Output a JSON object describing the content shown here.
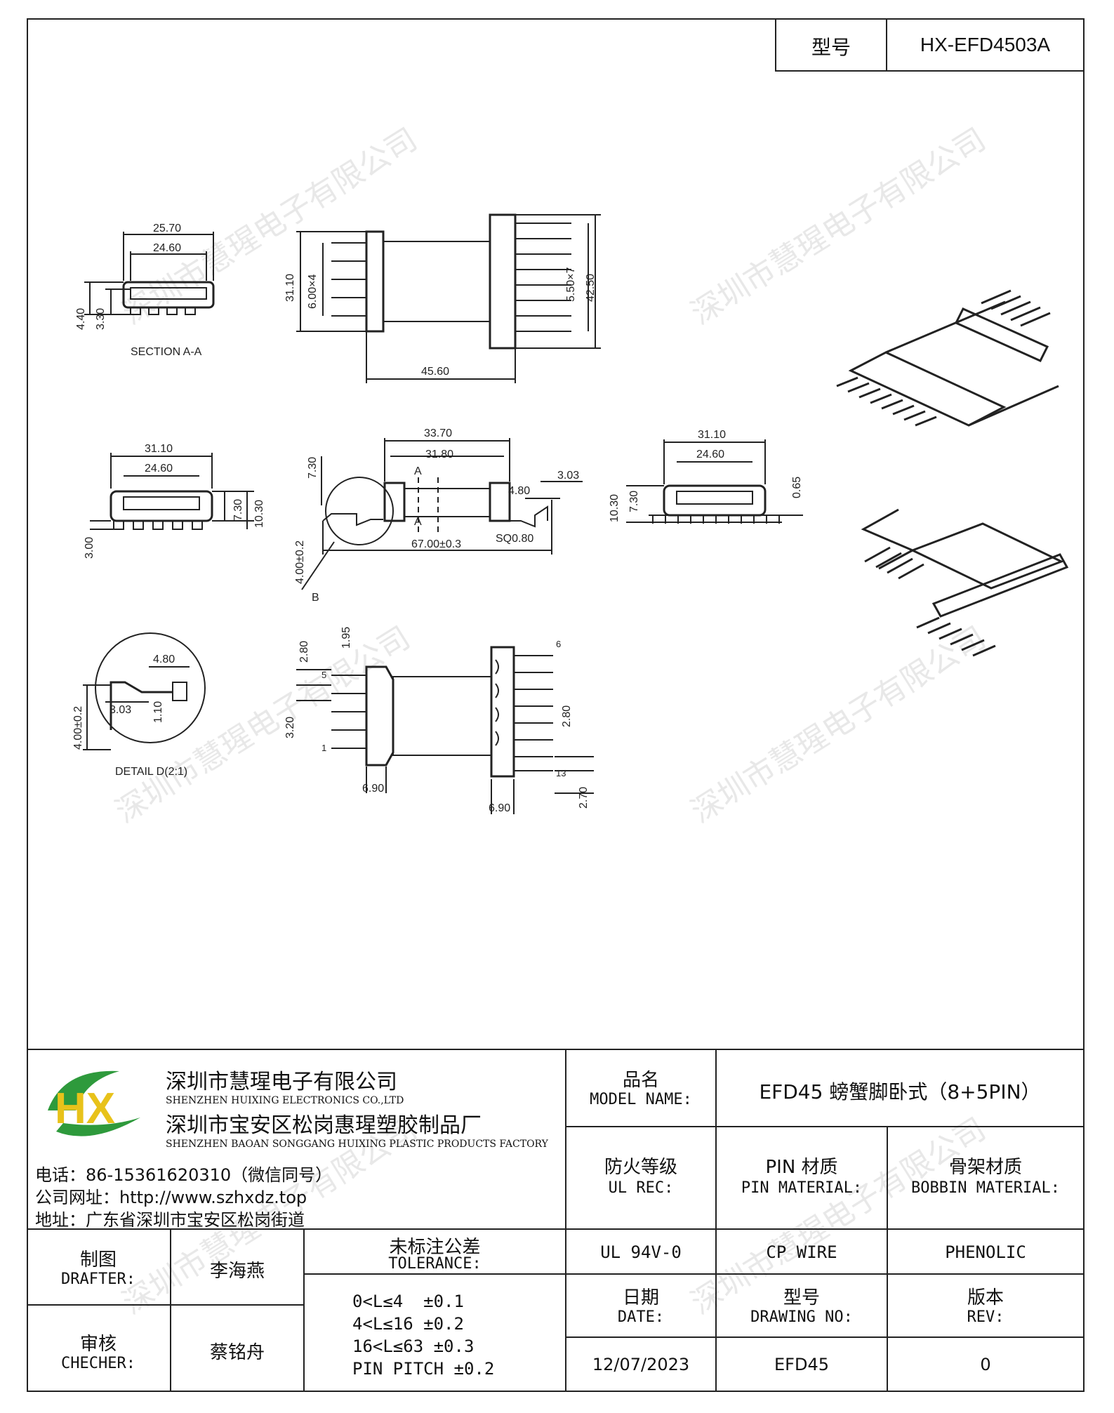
{
  "header": {
    "model_label": "型号",
    "model_value": "HX-EFD4503A"
  },
  "watermark": "深圳市慧瑆电子有限公司",
  "drawing": {
    "section_aa": {
      "caption": "SECTION A-A",
      "dims": [
        "25.70",
        "24.60",
        "4.40",
        "3.30"
      ]
    },
    "top_view": {
      "dims": [
        "31.10",
        "6.00×4",
        "5.50×7",
        "42.50",
        "45.60"
      ]
    },
    "front_view": {
      "dims": [
        "33.70",
        "31.80",
        "7.30",
        "3.03",
        "4.80",
        "4.00±0.2",
        "67.00±0.3",
        "SQ0.80"
      ],
      "labels": [
        "A",
        "A",
        "B"
      ]
    },
    "left_end": {
      "dims": [
        "31.10",
        "24.60",
        "7.30",
        "10.30",
        "3.00"
      ]
    },
    "right_end": {
      "dims": [
        "31.10",
        "24.60",
        "10.30",
        "7.30",
        "0.65"
      ]
    },
    "detail": {
      "caption": "DETAIL D(2:1)",
      "dims": [
        "4.80",
        "3.03",
        "1.10",
        "4.00±0.2"
      ]
    },
    "bottom_view": {
      "dims": [
        "2.80",
        "1.95",
        "3.20",
        "2.80",
        "2.70",
        "6.90",
        "6.90"
      ],
      "pins": [
        "5",
        "1",
        "6",
        "13"
      ]
    }
  },
  "title_block": {
    "company_cn": "深圳市慧瑆电子有限公司",
    "company_en": "SHENZHEN HUIXING ELECTRONICS CO.,LTD",
    "factory_cn": "深圳市宝安区松岗惠瑆塑胶制品厂",
    "factory_en": "SHENZHEN BAOAN SONGGANG HUIXING PLASTIC PRODUCTS FACTORY",
    "phone": "电话：86-15361620310（微信同号）",
    "website": "公司网址：http://www.szhxdz.top",
    "address": "地址：广东省深圳市宝安区松岗街道",
    "logo_text": "HX",
    "model_name_cn": "品名",
    "model_name_en": "MODEL NAME:",
    "model_name_value": "EFD45 螃蟹脚卧式（8+5PIN）",
    "ul_cn": "防火等级",
    "ul_en": "UL REC:",
    "ul_value": "UL 94V-0",
    "pin_cn": "PIN 材质",
    "pin_en": "PIN MATERIAL:",
    "pin_value": "CP WIRE",
    "bobbin_cn": "骨架材质",
    "bobbin_en": "BOBBIN MATERIAL:",
    "bobbin_value": "PHENOLIC",
    "drafter_cn": "制图",
    "drafter_en": "DRAFTER:",
    "drafter_value": "李海燕",
    "checker_cn": "审核",
    "checker_en": "CHECHER:",
    "checker_value": "蔡铭舟",
    "tolerance_cn": "未标注公差",
    "tolerance_en": "TOLERANCE:",
    "tolerance_lines": [
      "0<L≤4  ±0.1",
      "4<L≤16 ±0.2",
      "16<L≤63 ±0.3",
      "PIN PITCH ±0.2"
    ],
    "date_cn": "日期",
    "date_en": "DATE:",
    "date_value": "12/07/2023",
    "drawing_no_cn": "型号",
    "drawing_no_en": "DRAWING NO:",
    "drawing_no_value": "EFD45",
    "rev_cn": "版本",
    "rev_en": "REV:",
    "rev_value": "0"
  },
  "colors": {
    "logo_green": "#2e9a3c",
    "logo_yellow": "#e8c21a",
    "logo_blue": "#1f6fb5"
  }
}
